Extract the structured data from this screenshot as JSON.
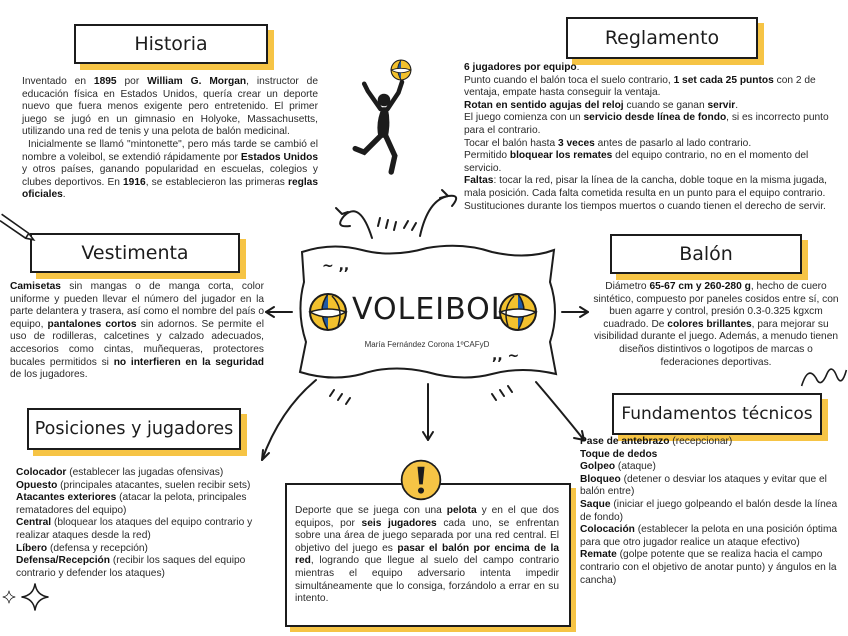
{
  "historia": {
    "title": "Historia",
    "p1": [
      {
        "t": "Inventado en "
      },
      {
        "t": "1895",
        "b": true
      },
      {
        "t": " por "
      },
      {
        "t": "William G. Morgan",
        "b": true
      },
      {
        "t": ", instructor de educación física en Estados Unidos, quería crear un deporte nuevo que fuera menos exigente pero entretenido. El primer juego se jugó en un gimnasio en Holyoke, Massachusetts, utilizando una red de tenis y una pelota de balón medicinal."
      }
    ],
    "p2": [
      {
        "t": "Inicialmente se llamó \"mintonette\", pero más tarde se cambió el nombre a voleibol, se extendió rápidamente por "
      },
      {
        "t": "Estados Unidos",
        "b": true
      },
      {
        "t": " y otros países, ganando popularidad en escuelas, colegios y clubes deportivos. En "
      },
      {
        "t": "1916",
        "b": true
      },
      {
        "t": ", se establecieron las primeras "
      },
      {
        "t": "reglas oficiales",
        "b": true
      },
      {
        "t": "."
      }
    ]
  },
  "reglamento": {
    "title": "Reglamento",
    "lines": [
      [
        {
          "t": "6 jugadores por equipo",
          "b": true
        },
        {
          "t": "."
        }
      ],
      [
        {
          "t": "Punto cuando el balón toca el suelo contrario, "
        },
        {
          "t": "1 set cada 25 puntos",
          "b": true
        },
        {
          "t": " con 2 de ventaja, empate hasta conseguir la ventaja."
        }
      ],
      [
        {
          "t": "Rotan en sentido agujas del reloj",
          "b": true
        },
        {
          "t": " cuando se ganan "
        },
        {
          "t": "servir",
          "b": true
        },
        {
          "t": "."
        }
      ],
      [
        {
          "t": "El juego comienza con un "
        },
        {
          "t": "servicio desde línea de fondo",
          "b": true
        },
        {
          "t": ", si es incorrecto punto para el contrario."
        }
      ],
      [
        {
          "t": "Tocar el balón hasta "
        },
        {
          "t": "3 veces",
          "b": true
        },
        {
          "t": " antes de pasarlo al lado contrario."
        }
      ],
      [
        {
          "t": "Permitido "
        },
        {
          "t": "bloquear los remates",
          "b": true
        },
        {
          "t": " del equipo contrario, no en el momento del servicio."
        }
      ],
      [
        {
          "t": "Faltas",
          "b": true
        },
        {
          "t": ": tocar la red, pisar la línea de la cancha, doble toque en la misma jugada, mala posición. Cada falta cometida resulta en un punto para el equipo contrario."
        }
      ],
      [
        {
          "t": "Sustituciones durante los tiempos muertos o cuando tienen el derecho de servir."
        }
      ]
    ]
  },
  "vestimenta": {
    "title": "Vestimenta",
    "text": [
      {
        "t": "Camisetas",
        "b": true
      },
      {
        "t": " sin mangas o de manga corta, color uniforme y pueden llevar el número del jugador en la parte delantera y trasera, así como el nombre del país o equipo, "
      },
      {
        "t": "pantalones cortos",
        "b": true
      },
      {
        "t": " sin adornos. Se permite el uso de rodilleras, calcetines y calzado adecuados, accesorios como cintas, muñequeras, protectores bucales permitidos si "
      },
      {
        "t": "no interfieren en la seguridad",
        "b": true
      },
      {
        "t": " de los jugadores."
      }
    ]
  },
  "balon": {
    "title": "Balón",
    "text": [
      {
        "t": "Diámetro "
      },
      {
        "t": "65-67 cm y 260-280 g",
        "b": true
      },
      {
        "t": ", hecho de cuero sintético, compuesto por paneles cosidos entre sí, con buen agarre y control, presión 0.3-0.325 kgxcm cuadrado. De "
      },
      {
        "t": "colores brillantes",
        "b": true
      },
      {
        "t": ", para mejorar su visibilidad durante el juego. Además, a menudo tienen diseños distintivos o logotipos de marcas o federaciones deportivas."
      }
    ]
  },
  "central": {
    "title": "VOLEIBOL",
    "author": "María Fernández Corona 1ºCAFyD",
    "quote_open": "~ ,,",
    "quote_close": ",, ~"
  },
  "posiciones": {
    "title": "Posiciones y jugadores",
    "lines": [
      [
        {
          "t": "Colocador",
          "b": true
        },
        {
          "t": " (establecer las jugadas ofensivas)"
        }
      ],
      [
        {
          "t": "Opuesto",
          "b": true
        },
        {
          "t": " (principales atacantes, suelen recibir sets)"
        }
      ],
      [
        {
          "t": "Atacantes exteriores",
          "b": true
        },
        {
          "t": " (atacar la pelota, principales rematadores del equipo)"
        }
      ],
      [
        {
          "t": "Central",
          "b": true
        },
        {
          "t": " (bloquear los ataques del equipo contrario y realizar ataques desde la red)"
        }
      ],
      [
        {
          "t": "Líbero",
          "b": true
        },
        {
          "t": " (defensa y recepción)"
        }
      ],
      [
        {
          "t": "Defensa/Recepción",
          "b": true
        },
        {
          "t": " (recibir los saques del equipo contrario y defender los ataques)"
        }
      ]
    ]
  },
  "objetivo": {
    "text": [
      {
        "t": "Deporte que se juega con una "
      },
      {
        "t": "pelota",
        "b": true
      },
      {
        "t": " y en el que dos equipos, por "
      },
      {
        "t": "seis jugadores",
        "b": true
      },
      {
        "t": " cada uno, se enfrentan sobre una área de juego separada por una red central. El objetivo del juego es "
      },
      {
        "t": "pasar el balón por encima de la red",
        "b": true
      },
      {
        "t": ", logrando que llegue al suelo del campo contrario mientras el equipo adversario intenta impedir simultáneamente que lo consiga, forzándolo a errar en su intento."
      }
    ]
  },
  "fundamentos": {
    "title": "Fundamentos técnicos",
    "lines": [
      [
        {
          "t": "Pase de antebrazo",
          "b": true
        },
        {
          "t": " (recepcionar)"
        }
      ],
      [
        {
          "t": "Toque de dedos",
          "b": true
        }
      ],
      [
        {
          "t": "Golpeo",
          "b": true
        },
        {
          "t": " (ataque)"
        }
      ],
      [
        {
          "t": "Bloqueo",
          "b": true
        },
        {
          "t": " (detener o desviar los ataques y evitar que el balón entre)"
        }
      ],
      [
        {
          "t": "Saque",
          "b": true
        },
        {
          "t": " (iniciar el juego golpeando el balón desde la línea de fondo)"
        }
      ],
      [
        {
          "t": "Colocación",
          "b": true
        },
        {
          "t": " (establecer la pelota en una posición óptima para que otro jugador realice un ataque efectivo)"
        }
      ],
      [
        {
          "t": "Remate",
          "b": true
        },
        {
          "t": " (golpe potente que se realiza hacia el campo contrario con el objetivo de anotar punto) y ángulos en la cancha)"
        }
      ]
    ]
  },
  "colors": {
    "accent": "#f6c445",
    "ink": "#1c1c1c",
    "ball_blue": "#1f5aa6",
    "ball_yellow": "#f2c12e"
  },
  "icons": [
    "volleyball-player-icon",
    "volleyball-icon",
    "pencil-icon",
    "exclamation-icon",
    "sparkle-icon"
  ]
}
